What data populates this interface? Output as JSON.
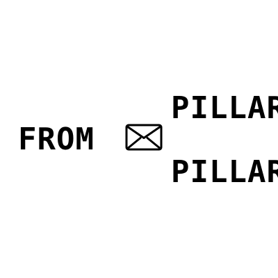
{
  "source_label": "FROM",
  "destinations": [
    {
      "label": "PILLAR"
    },
    {
      "label": "PILLAR"
    }
  ],
  "icon": "envelope-icon",
  "colors": {
    "background": "#ffffff",
    "ink": "#000000"
  }
}
